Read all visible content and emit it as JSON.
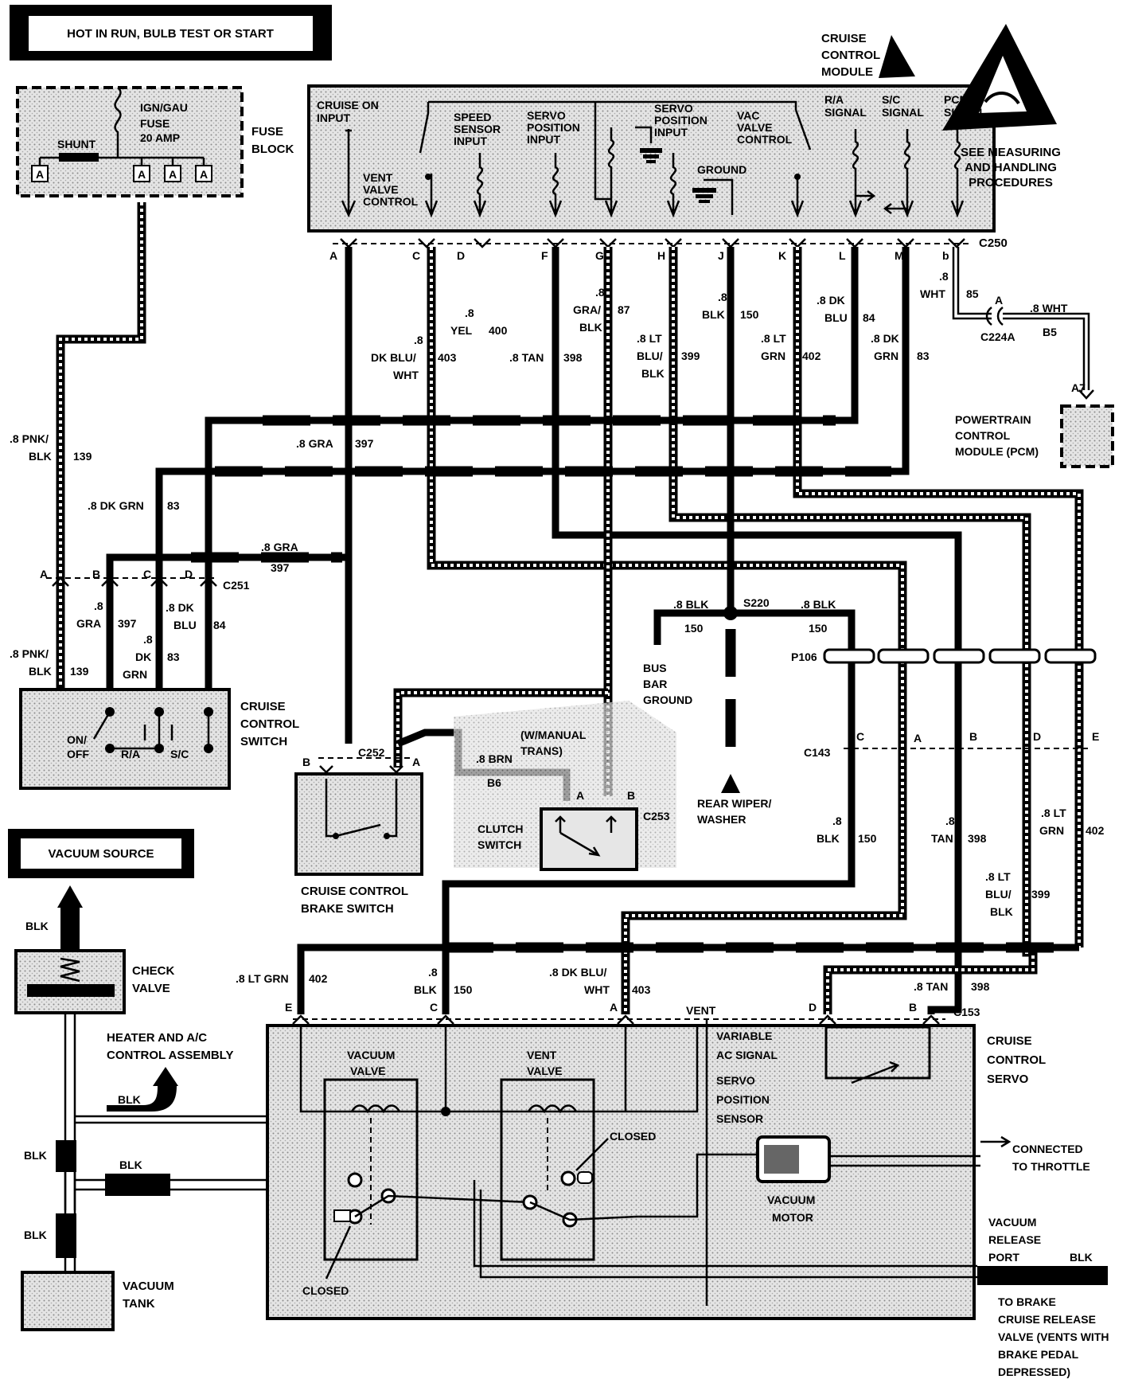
{
  "header": {
    "power_label": "HOT IN RUN, BULB TEST OR START",
    "vacuum_source_label": "VACUUM SOURCE"
  },
  "fuse_block": {
    "label_1": "FUSE",
    "label_2": "BLOCK",
    "fuse_name": "IGN/GAU",
    "fuse_word": "FUSE",
    "fuse_rating": "20 AMP",
    "shunt": "SHUNT",
    "terminal": "A"
  },
  "module": {
    "label_1": "CRUISE",
    "label_2": "CONTROL",
    "label_3": "MODULE",
    "esd_1": "SEE MEASURING",
    "esd_2": "AND HANDLING",
    "esd_3": "PROCEDURES",
    "inputs": {
      "cruise_on_1": "CRUISE ON",
      "cruise_on_2": "INPUT",
      "vent_1": "VENT",
      "vent_2": "VALVE",
      "vent_3": "CONTROL",
      "speed_1": "SPEED",
      "speed_2": "SENSOR",
      "speed_3": "INPUT",
      "servo_1": "SERVO",
      "servo_2": "POSITION",
      "servo_3": "INPUT",
      "servo_pos_1": "SERVO",
      "servo_pos_2": "POSITION",
      "servo_pos_3": "INPUT",
      "ground": "GROUND",
      "vac_1": "VAC",
      "vac_2": "VALVE",
      "vac_3": "CONTROL",
      "ra_1": "R/A",
      "ra_2": "SIGNAL",
      "sc_1": "S/C",
      "sc_2": "SIGNAL",
      "pcm_1": "PCM",
      "pcm_2": "SIGNAL"
    },
    "connector": "C250",
    "pins": [
      "A",
      "C",
      "D",
      "F",
      "G",
      "H",
      "J",
      "K",
      "L",
      "M",
      "b"
    ]
  },
  "wires": {
    "w403_a": ".8",
    "w403_b": "DK BLU/",
    "w403_c": "WHT",
    "w403_n": "403",
    "w400_a": ".8",
    "w400_b": "YEL",
    "w400_n": "400",
    "w398_a": ".8 TAN",
    "w398_n": "398",
    "w87_a": ".8",
    "w87_b": "GRA/",
    "w87_c": "BLK",
    "w87_n": "87",
    "w399_a": ".8 LT",
    "w399_b": "BLU/",
    "w399_c": "BLK",
    "w399_n": "399",
    "w150_a": ".8",
    "w150_b": "BLK",
    "w150_n": "150",
    "w402_a": ".8 LT",
    "w402_b": "GRN",
    "w402_n": "402",
    "w84_a": ".8 DK",
    "w84_b": "BLU",
    "w84_n": "84",
    "w83_a": ".8 DK",
    "w83_b": "GRN",
    "w83_n": "83",
    "w85_a": ".8",
    "w85_b": "WHT",
    "w85_n": "85",
    "wB5_a": ".8 WHT",
    "wB5_n": "B5",
    "c224": "C224A",
    "c224_pin": "A",
    "w139_a": ".8 PNK/",
    "w139_b": "BLK",
    "w139_n": "139",
    "w397_top": ".8 GRA",
    "w397_n": "397",
    "w83_mid": ".8 DK GRN",
    "w83_mid_n": "83",
    "w397_b": ".8 GRA",
    "w397_bn": "397",
    "c251": "C251",
    "c251_pins": [
      "A",
      "B",
      "C",
      "D"
    ],
    "w139_2a": ".8 PNK/",
    "w139_2b": "BLK",
    "w139_2n": "139",
    "w397_2a": ".8",
    "w397_2b": "GRA",
    "w397_2n": "397",
    "w83_2a": ".8",
    "w83_2b": "DK",
    "w83_2c": "GRN",
    "w83_2n": "83",
    "w84_2a": ".8 DK",
    "w84_2b": "BLU",
    "w84_2n": "84",
    "s220": "S220",
    "w150_l": ".8 BLK",
    "w150_ln": "150",
    "w150_r": ".8 BLK",
    "w150_rn": "150",
    "bus_1": "BUS",
    "bus_2": "BAR",
    "bus_3": "GROUND",
    "p106": "P106",
    "c143": "C143",
    "c143_pins": [
      "C",
      "A",
      "B",
      "D",
      "E"
    ],
    "rear_1": "REAR WIPER/",
    "rear_2": "WASHER",
    "w150_3a": ".8",
    "w150_3b": "BLK",
    "w150_3n": "150",
    "w398_3a": ".8",
    "w398_3b": "TAN",
    "w398_3n": "398",
    "w402_3a": ".8 LT",
    "w402_3b": "GRN",
    "w402_3n": "402",
    "w399_3a": ".8 LT",
    "w399_3b": "BLU/",
    "w399_3c": "BLK",
    "w399_3n": "399",
    "w402_4a": ".8 LT GRN",
    "w402_4n": "402",
    "w150_4a": ".8",
    "w150_4b": "BLK",
    "w150_4n": "150",
    "w403_4a": ".8 DK BLU/",
    "w403_4b": "WHT",
    "w403_4n": "403",
    "w398_4a": ".8 TAN",
    "w398_4n": "398",
    "vent_label": "VENT",
    "c153": "C153",
    "c153_pins": [
      "E",
      "C",
      "A",
      "D",
      "B"
    ],
    "w86_a": ".8 BRN",
    "w86_n": "B6"
  },
  "pcm": {
    "pin": "A7",
    "l1": "POWERTRAIN",
    "l2": "CONTROL",
    "l3": "MODULE (PCM)"
  },
  "switch": {
    "l1": "CRUISE",
    "l2": "CONTROL",
    "l3": "SWITCH",
    "onoff_1": "ON/",
    "onoff_2": "OFF",
    "ra": "R/A",
    "sc": "S/C"
  },
  "brake_switch": {
    "l1": "CRUISE CONTROL",
    "l2": "BRAKE SWITCH",
    "conn": "C252",
    "pin_b": "B",
    "pin_a": "A"
  },
  "clutch": {
    "l1": "CLUTCH",
    "l2": "SWITCH",
    "conn": "C253",
    "note_1": "(W/MANUAL",
    "note_2": "TRANS)",
    "pin_a": "A",
    "pin_b": "B"
  },
  "vacuum": {
    "check_1": "CHECK",
    "check_2": "VALVE",
    "heater_1": "HEATER AND A/C",
    "heater_2": "CONTROL ASSEMBLY",
    "blk": "BLK",
    "tank_1": "VACUUM",
    "tank_2": "TANK"
  },
  "servo": {
    "l1": "CRUISE",
    "l2": "CONTROL",
    "l3": "SERVO",
    "vac_valve_1": "VACUUM",
    "vac_valve_2": "VALVE",
    "vent_valve_1": "VENT",
    "vent_valve_2": "VALVE",
    "var_1": "VARIABLE",
    "var_2": "AC SIGNAL",
    "sps_1": "SERVO",
    "sps_2": "POSITION",
    "sps_3": "SENSOR",
    "closed": "CLOSED",
    "motor_1": "VACUUM",
    "motor_2": "MOTOR",
    "throttle_1": "CONNECTED",
    "throttle_2": "TO THROTTLE",
    "release_1": "VACUUM",
    "release_2": "RELEASE",
    "release_3": "PORT",
    "brake_1": "TO BRAKE",
    "brake_2": "CRUISE RELEASE",
    "brake_3": "VALVE (VENTS WITH",
    "brake_4": "BRAKE PEDAL",
    "brake_5": "DEPRESSED)"
  }
}
